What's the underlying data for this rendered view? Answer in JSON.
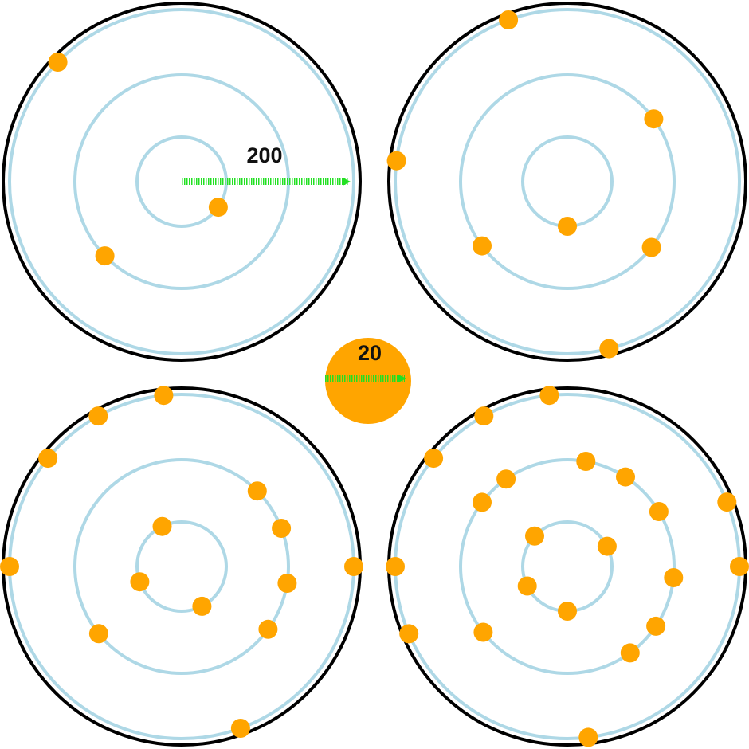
{
  "colors": {
    "boundary": "#000000",
    "ring": "#aed8e6",
    "dot": "#ffa500",
    "arrow": "#22e022",
    "background": "#ffffff"
  },
  "boundary_radius_label": "200",
  "dot_radius_label": "20",
  "panels": [
    {
      "id": "top-left",
      "dots": [
        {
          "ring": 3,
          "angle": 136
        },
        {
          "ring": 2,
          "angle": 224
        },
        {
          "ring": 1,
          "angle": 325
        }
      ]
    },
    {
      "id": "top-right",
      "dots": [
        {
          "ring": 3,
          "angle": 110
        },
        {
          "ring": 3,
          "angle": 173
        },
        {
          "ring": 3,
          "angle": 284
        },
        {
          "ring": 2,
          "angle": 36
        },
        {
          "ring": 2,
          "angle": 217
        },
        {
          "ring": 2,
          "angle": 322
        },
        {
          "ring": 1,
          "angle": 270
        }
      ]
    },
    {
      "id": "bottom-left",
      "dots": [
        {
          "ring": 3,
          "angle": 0
        },
        {
          "ring": 3,
          "angle": 96
        },
        {
          "ring": 3,
          "angle": 119
        },
        {
          "ring": 3,
          "angle": 141
        },
        {
          "ring": 3,
          "angle": 180
        },
        {
          "ring": 3,
          "angle": 290
        },
        {
          "ring": 2,
          "angle": 45
        },
        {
          "ring": 2,
          "angle": 21
        },
        {
          "ring": 2,
          "angle": -9
        },
        {
          "ring": 2,
          "angle": -36
        },
        {
          "ring": 2,
          "angle": 219
        },
        {
          "ring": 1,
          "angle": 116
        },
        {
          "ring": 1,
          "angle": 200
        },
        {
          "ring": 1,
          "angle": 297
        }
      ]
    },
    {
      "id": "bottom-right",
      "dots": [
        {
          "ring": 3,
          "angle": 0
        },
        {
          "ring": 3,
          "angle": 22
        },
        {
          "ring": 3,
          "angle": 96
        },
        {
          "ring": 3,
          "angle": 119
        },
        {
          "ring": 3,
          "angle": 141
        },
        {
          "ring": 3,
          "angle": 180
        },
        {
          "ring": 3,
          "angle": 203
        },
        {
          "ring": 3,
          "angle": 277
        },
        {
          "ring": 2,
          "angle": 80
        },
        {
          "ring": 2,
          "angle": 57
        },
        {
          "ring": 2,
          "angle": 31
        },
        {
          "ring": 2,
          "angle": -6
        },
        {
          "ring": 2,
          "angle": -34
        },
        {
          "ring": 2,
          "angle": -54
        },
        {
          "ring": 2,
          "angle": 125
        },
        {
          "ring": 2,
          "angle": 143
        },
        {
          "ring": 2,
          "angle": 218
        },
        {
          "ring": 1,
          "angle": 27
        },
        {
          "ring": 1,
          "angle": 137
        },
        {
          "ring": 1,
          "angle": 206
        },
        {
          "ring": 1,
          "angle": 270
        }
      ]
    }
  ]
}
